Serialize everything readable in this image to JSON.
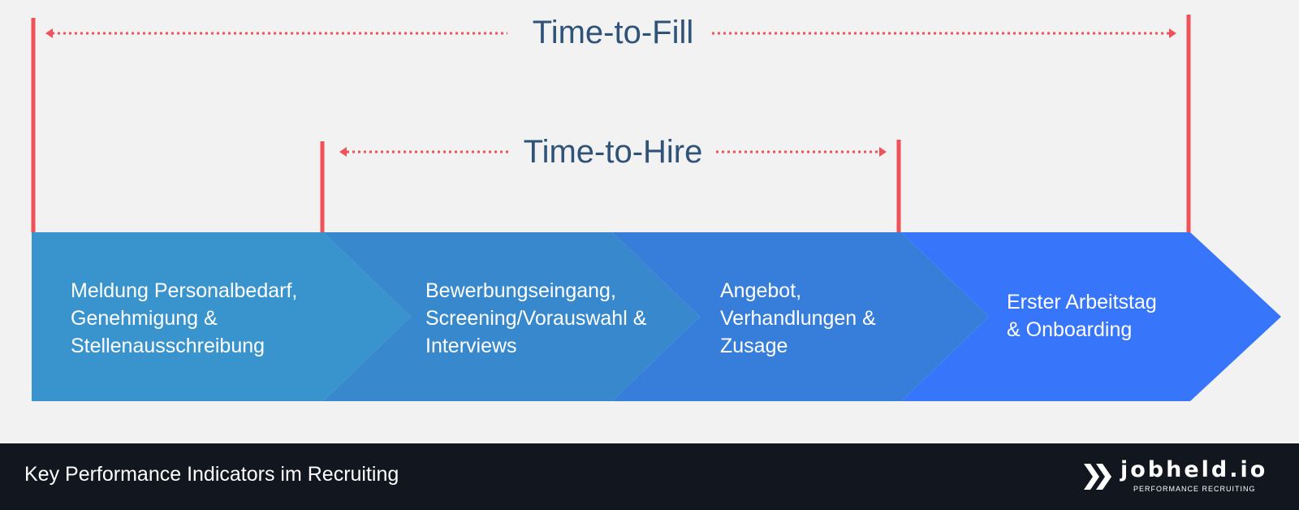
{
  "ranges": [
    {
      "label": "Time-to-Fill",
      "from_step": 1,
      "to_step": 4
    },
    {
      "label": "Time-to-Hire",
      "from_step": 2,
      "to_step": 3
    }
  ],
  "steps": [
    {
      "lines": [
        "Meldung Personalbedarf,",
        "Genehmigung &",
        "Stellenausschreibung"
      ],
      "color": "#3993cc"
    },
    {
      "lines": [
        "Bewerbungseingang,",
        "Screening/Vorauswahl &",
        "Interviews"
      ],
      "color": "#3888cd"
    },
    {
      "lines": [
        "Angebot,",
        "Verhandlungen &",
        "Zusage"
      ],
      "color": "#377edb"
    },
    {
      "lines": [
        "Erster Arbeitstag",
        "& Onboarding"
      ],
      "color": "#3776fb"
    }
  ],
  "colors": {
    "marker": "#f0525a",
    "label": "#2f5378",
    "footer_bg": "#12161e"
  },
  "footer": {
    "title": "Key Performance Indicators im Recruiting",
    "logo": {
      "name": "jobheld.io",
      "tagline": "PERFORMANCE RECRUITING",
      "icon": "jobheld-x-logo"
    }
  }
}
